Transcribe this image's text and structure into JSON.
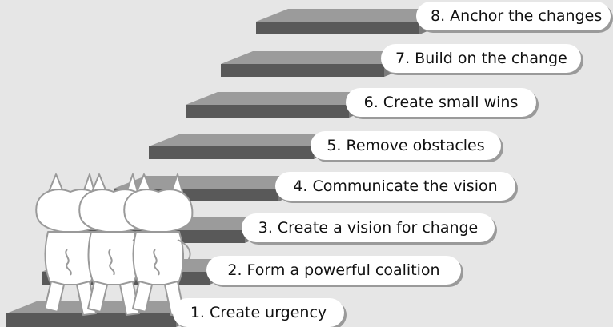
{
  "steps": [
    {
      "label": "1. Create urgency"
    },
    {
      "label": "2. Form a powerful coalition"
    },
    {
      "label": "3. Create a vision for change"
    },
    {
      "label": "4. Communicate the vision"
    },
    {
      "label": "5. Remove obstacles"
    },
    {
      "label": "6. Create small wins"
    },
    {
      "label": "7. Build on the change"
    },
    {
      "label": "8. Anchor the changes"
    }
  ],
  "colors": {
    "background": "#e6e6e6",
    "step_top": "#9b9b9b",
    "step_front": "#595959",
    "step_side": "#7c7c7c",
    "label_fill": "#ffffff",
    "label_shadow": "#9a9a9a",
    "figure_fill": "#ffffff",
    "figure_stroke": "#9a9a9a"
  }
}
